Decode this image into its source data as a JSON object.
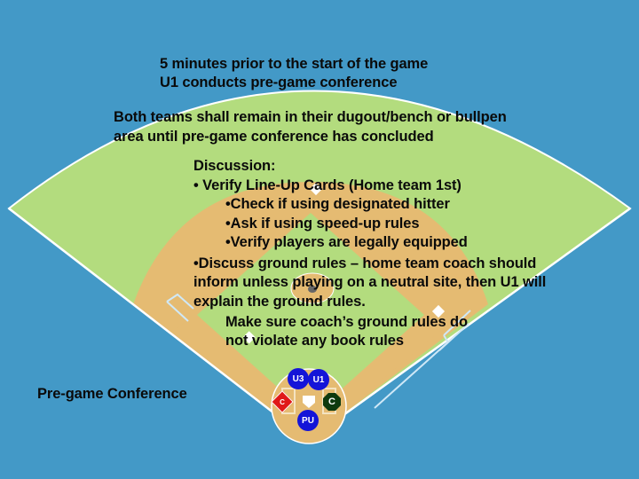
{
  "colors": {
    "background": "#4399c7",
    "outfield_grass": "#b3dc7e",
    "infield_dirt": "#e5bb72",
    "foul_line": "#ffffff",
    "umpire": "#1414d8",
    "home_coach": "#e01818",
    "visitor_coach": "#0e3a0e",
    "text": "#0a0a0a"
  },
  "header": {
    "line1": "5 minutes prior to the start of the game",
    "line2": "U1 conducts pre-game conference"
  },
  "teams_notice": {
    "line1": "Both teams shall remain in their dugout/bench or bullpen",
    "line2": "area until pre-game conference has concluded"
  },
  "discussion": {
    "title": "Discussion:",
    "item1": "• Verify Line-Up Cards  (Home team 1st)",
    "sub1": "•Check if using designated hitter",
    "sub2": "•Ask if using speed-up rules",
    "sub3": "•Verify players are legally equipped",
    "item2_line1": "•Discuss ground rules – home team coach should",
    "item2_line2": "inform unless playing on a neutral site, then U1 will",
    "item2_line3": "explain the ground rules.",
    "note_line1": "Make sure coach’s ground rules do",
    "note_line2": "not violate any book rules"
  },
  "caption": "Pre-game Conference",
  "markers": {
    "u3": "U3",
    "u1": "U1",
    "pu": "PU",
    "coach_left": "C",
    "coach_right": "C"
  }
}
